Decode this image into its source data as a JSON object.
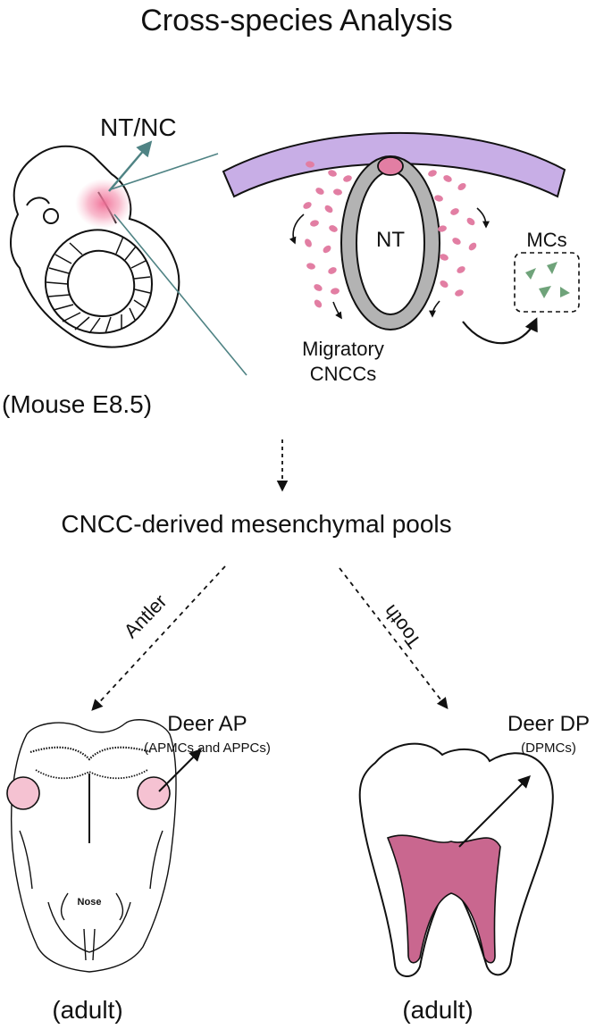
{
  "title": "Cross-species Analysis",
  "embryo": {
    "nt_nc_label": "NT/NC",
    "caption": "(Mouse E8.5)"
  },
  "neural_tube": {
    "nt_label": "NT",
    "mcs_label": "MCs",
    "migratory_line1": "Migratory",
    "migratory_line2": "CNCCs"
  },
  "pools_label": "CNCC-derived mesenchymal pools",
  "branches": {
    "antler_label": "Antler",
    "tooth_label": "Tooth"
  },
  "skull": {
    "title": "Deer AP",
    "subtitle": "(APMCs and APPCs)",
    "nose_label": "Nose",
    "caption": "(adult)"
  },
  "tooth": {
    "title": "Deer DP",
    "subtitle": "(DPMCs)",
    "caption": "(adult)"
  },
  "colors": {
    "band": "#c8aee6",
    "cell": "#e27ea3",
    "pink_fill": "#f5c2d2",
    "pulp": "#c9678f",
    "mc_green": "#6fa37a",
    "teal": "#4f8384",
    "tube_gray": "#b3b3b3"
  }
}
